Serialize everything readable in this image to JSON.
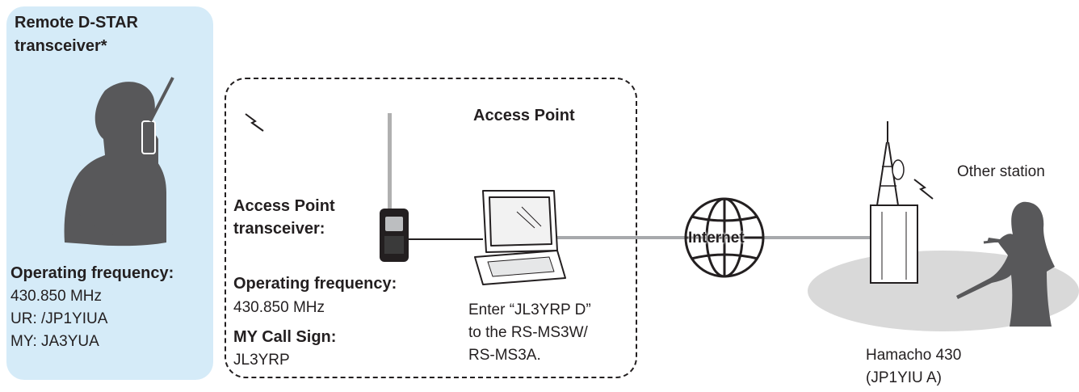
{
  "remote": {
    "title_line1": "Remote D-STAR",
    "title_line2": "transceiver*",
    "freq_label": "Operating frequency:",
    "freq_value": "430.850 MHz",
    "ur": "UR: /JP1YIUA",
    "my": "MY: JA3YUA"
  },
  "access_point": {
    "title": "Access Point",
    "transceiver_line1": "Access Point",
    "transceiver_line2": "transceiver:",
    "freq_label": "Operating frequency:",
    "freq_value": "430.850 MHz",
    "callsign_label": "MY Call Sign:",
    "callsign_value": "JL3YRP",
    "instruction_line1": "Enter “JL3YRP D”",
    "instruction_line2": "to the RS-MS3W/",
    "instruction_line3": "RS-MS3A."
  },
  "internet": {
    "label": "Internet"
  },
  "other_station": {
    "label": "Other station",
    "repeater_line1": "Hamacho 430",
    "repeater_line2": "(JP1YIU A)"
  },
  "colors": {
    "panel_fill": "#d5ebf8",
    "silhouette": "#58585a",
    "ground": "#d9d9d9",
    "cable_gray": "#a7a9ac",
    "text": "#231f20"
  },
  "icons": [
    "person-with-radio-icon",
    "handheld-transceiver-icon",
    "laptop-icon",
    "globe-icon",
    "repeater-tower-icon",
    "radio-wave-icon",
    "person-woman-with-radio-icon"
  ]
}
